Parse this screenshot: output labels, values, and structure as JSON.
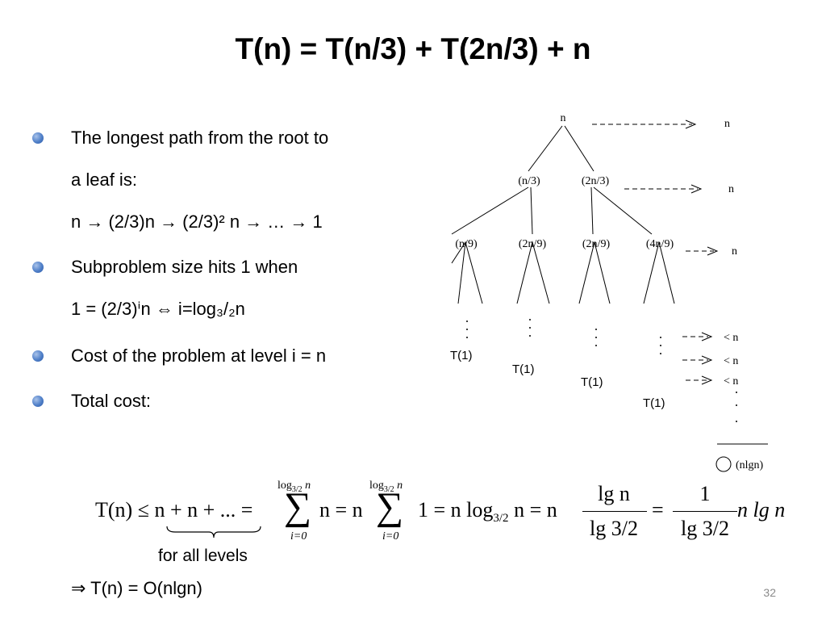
{
  "slide": {
    "title": "T(n) = T(n/3) + T(2n/3) + n",
    "page_number": "32"
  },
  "bullets": [
    {
      "lines": [
        "The longest path from the root to",
        "a leaf is:",
        "n → (2/3)n → (2/3)² n → … → 1"
      ]
    },
    {
      "lines": [
        "Subproblem size hits 1 when",
        "1 = (2/3)ⁱn ⇔ i=log₃/₂n"
      ]
    },
    {
      "lines": [
        "Cost of the problem at level i = n"
      ]
    },
    {
      "lines": [
        "Total cost:"
      ]
    }
  ],
  "tree": {
    "root": "n",
    "level1": [
      "(n/3)",
      "(2n/3)"
    ],
    "level2": [
      "(n/9)",
      "(2n/9)",
      "(2n/9)",
      "(4n/9)"
    ],
    "level_costs": [
      "n",
      "n",
      "n",
      "< n",
      "< n",
      "< n"
    ],
    "leaves": [
      "T(1)",
      "T(1)",
      "T(1)",
      "T(1)"
    ],
    "total": "(nlgn)"
  },
  "equation": {
    "lhs": "T(n) ≤ n + n + ... =",
    "sum_upper": "log",
    "sum_upper_sub": "3/2",
    "sum_upper_var": "n",
    "sum_lower": "i=0",
    "term1": "n = n",
    "term2": "1 = n log",
    "term2_sub": "3/2",
    "term2_tail": "n = n",
    "frac1_num": "lg n",
    "frac1_den": "lg 3/2",
    "eq": "=",
    "frac2_num": "1",
    "frac2_den": "lg 3/2",
    "tail": "n lg n",
    "brace_label": "for all levels"
  },
  "conclusion": "⇒ T(n) = O(nlgn)"
}
